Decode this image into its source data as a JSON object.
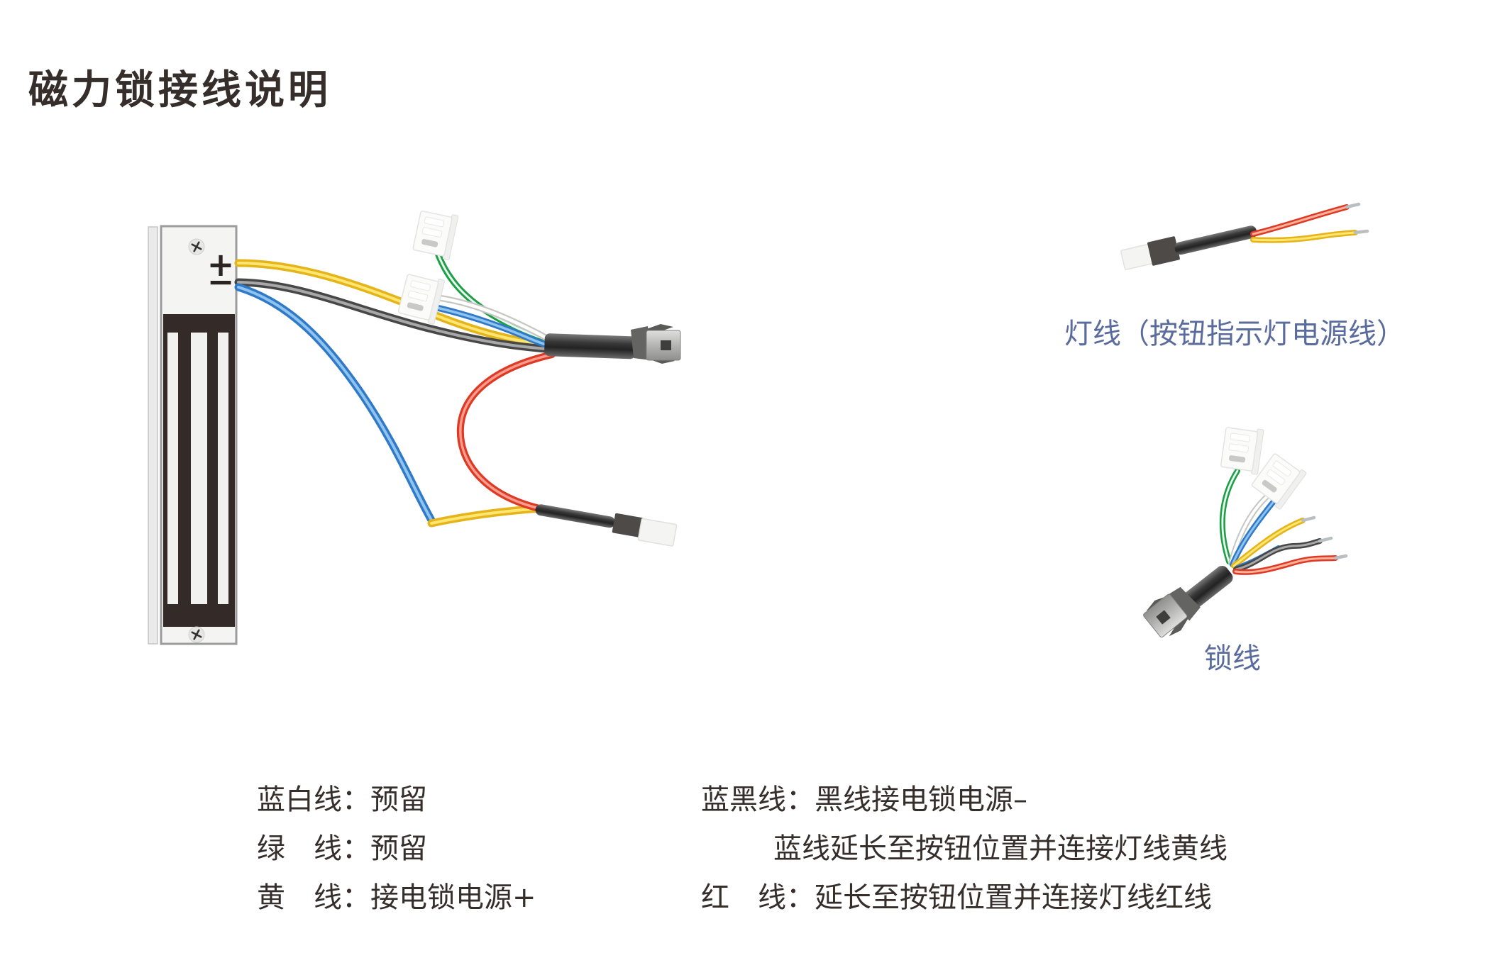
{
  "page": {
    "title": "磁力锁接线说明"
  },
  "diagram": {
    "lock": {
      "plus_label": "+",
      "minus_label": "−"
    },
    "light_wire_label": "灯线（按钮指示灯电源线）",
    "lock_wire_label": "锁线"
  },
  "instructions": {
    "left": [
      {
        "text": "蓝白线：预留"
      },
      {
        "text": "绿　线：预留"
      },
      {
        "text": "黄　线：接电锁电源+"
      }
    ],
    "right": [
      {
        "text": "蓝黑线：黑线接电锁电源–"
      },
      {
        "text": "蓝线延长至按钮位置并连接灯线黄线"
      },
      {
        "text": "红　线：延长至按钮位置并连接灯线红线"
      }
    ]
  },
  "colors": {
    "label_blue": "#5a6b9d",
    "text_dark": "#352e2b",
    "wire_yellow": "#e4b41a",
    "wire_gray": "#474747",
    "wire_blue": "#2f79c8",
    "wire_green": "#1f9e48",
    "wire_white": "#c6c6c4",
    "wire_red": "#dd3a26",
    "sheath_dark": "#333333",
    "lock_body": "#f4f4f3",
    "lock_armature_dark": "#342b28",
    "silver_tip": "#b8bec2"
  }
}
